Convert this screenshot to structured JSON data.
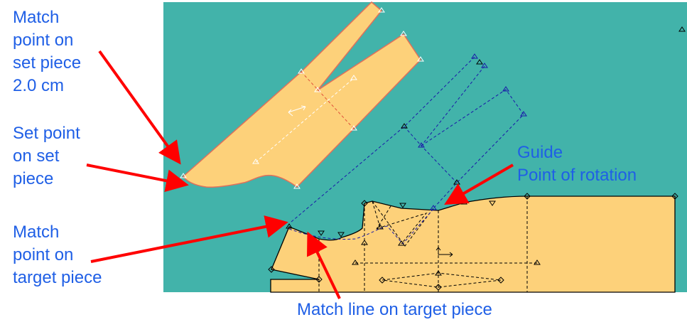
{
  "colors": {
    "canvas": "#42b3aa",
    "piece_fill": "#fdd17a",
    "annotation_text": "#1f5fe6",
    "arrow": "#ff0000",
    "guide_line": "#1a1aa8"
  },
  "labels": {
    "match_point_set": [
      "Match",
      "point on",
      "set piece",
      "2.0 cm"
    ],
    "set_point": [
      "Set point",
      "on set",
      "piece"
    ],
    "match_point_target": [
      "Match",
      "point on",
      "target piece"
    ],
    "guide": [
      "Guide",
      "Point of rotation"
    ],
    "match_line": "Match line on target piece"
  }
}
